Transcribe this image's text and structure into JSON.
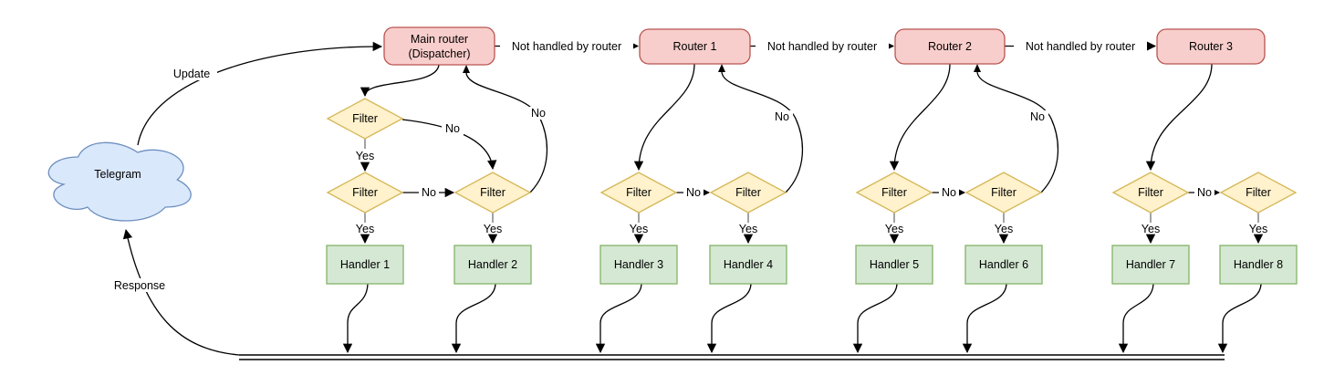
{
  "cloud": {
    "label": "Telegram"
  },
  "labels": {
    "update": "Update",
    "response": "Response",
    "not_handled": "Not handled by router",
    "yes": "Yes",
    "no": "No"
  },
  "nodes": {
    "main_router": {
      "line1": "Main router",
      "line2": "(Dispatcher)"
    },
    "routers": [
      {
        "label": "Router 1"
      },
      {
        "label": "Router 2"
      },
      {
        "label": "Router 3"
      }
    ],
    "filter_label": "Filter",
    "handlers": [
      {
        "label": "Handler 1"
      },
      {
        "label": "Handler 2"
      },
      {
        "label": "Handler 3"
      },
      {
        "label": "Handler 4"
      },
      {
        "label": "Handler 5"
      },
      {
        "label": "Handler 6"
      },
      {
        "label": "Handler 7"
      },
      {
        "label": "Handler 8"
      }
    ]
  },
  "colors": {
    "router_fill": "#f8cecc",
    "router_stroke": "#b85450",
    "filter_fill": "#fff2cc",
    "filter_stroke": "#d6b656",
    "handler_fill": "#d5e8d4",
    "handler_stroke": "#82b366",
    "cloud_fill": "#dae8fc",
    "cloud_stroke": "#6c8ebf",
    "edge": "#000000",
    "stub": "#999999",
    "label_bg": "#ffffff"
  }
}
